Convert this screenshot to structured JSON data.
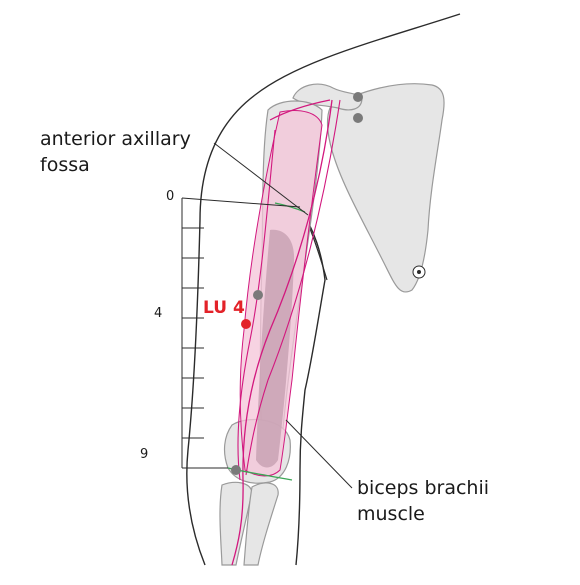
{
  "labels": {
    "axillary_line1": "anterior axillary",
    "axillary_line2": "fossa",
    "point": "LU 4",
    "biceps_line1": "biceps brachii",
    "biceps_line2": "muscle"
  },
  "ruler": {
    "tick_labels": [
      "0",
      "4",
      "9"
    ]
  },
  "colors": {
    "outline": "#2b2b2b",
    "bone": "#e6e6e6",
    "bone_stroke": "#9a9a9a",
    "muscle": "#f4c4d8",
    "muscle_dark": "#c9a2b4",
    "meridian": "#d2187e",
    "acupoint": "#e32229",
    "anatomy_point": "#7a7a7a",
    "green_line": "#3aa655"
  }
}
